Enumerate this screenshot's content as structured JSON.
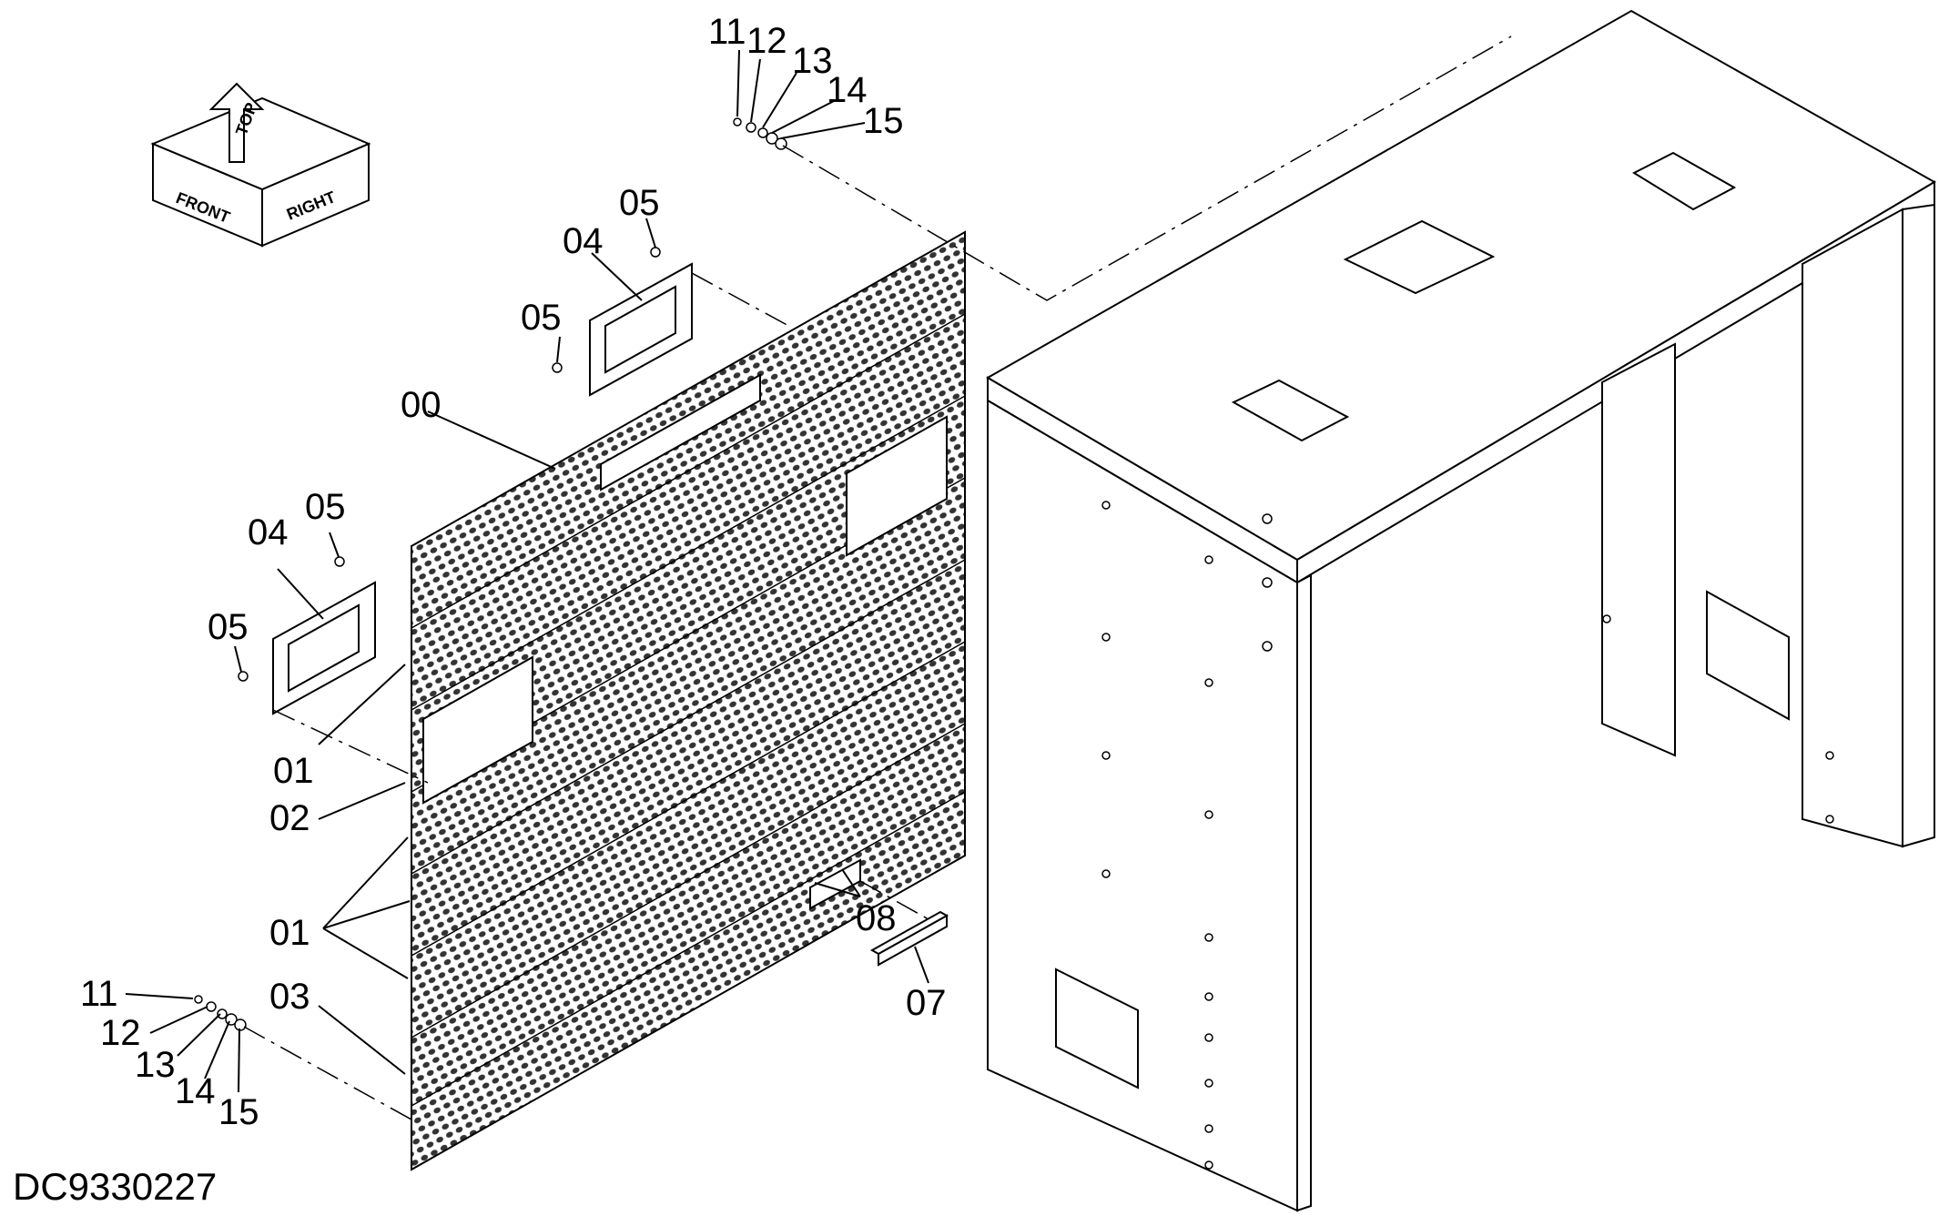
{
  "drawing_number": "DC9330227",
  "orientation": {
    "front": "FRONT",
    "top": "TOP",
    "right": "RIGHT"
  },
  "labels": {
    "l00": "00",
    "l01a": "01",
    "l01b": "01",
    "l02": "02",
    "l03": "03",
    "l04a": "04",
    "l04b": "04",
    "l05a": "05",
    "l05b": "05",
    "l05c": "05",
    "l05d": "05",
    "l07": "07",
    "l08": "08",
    "top_hw": [
      "11",
      "12",
      "13",
      "14",
      "15"
    ],
    "bottom_hw": [
      "11",
      "12",
      "13",
      "14",
      "15"
    ]
  }
}
